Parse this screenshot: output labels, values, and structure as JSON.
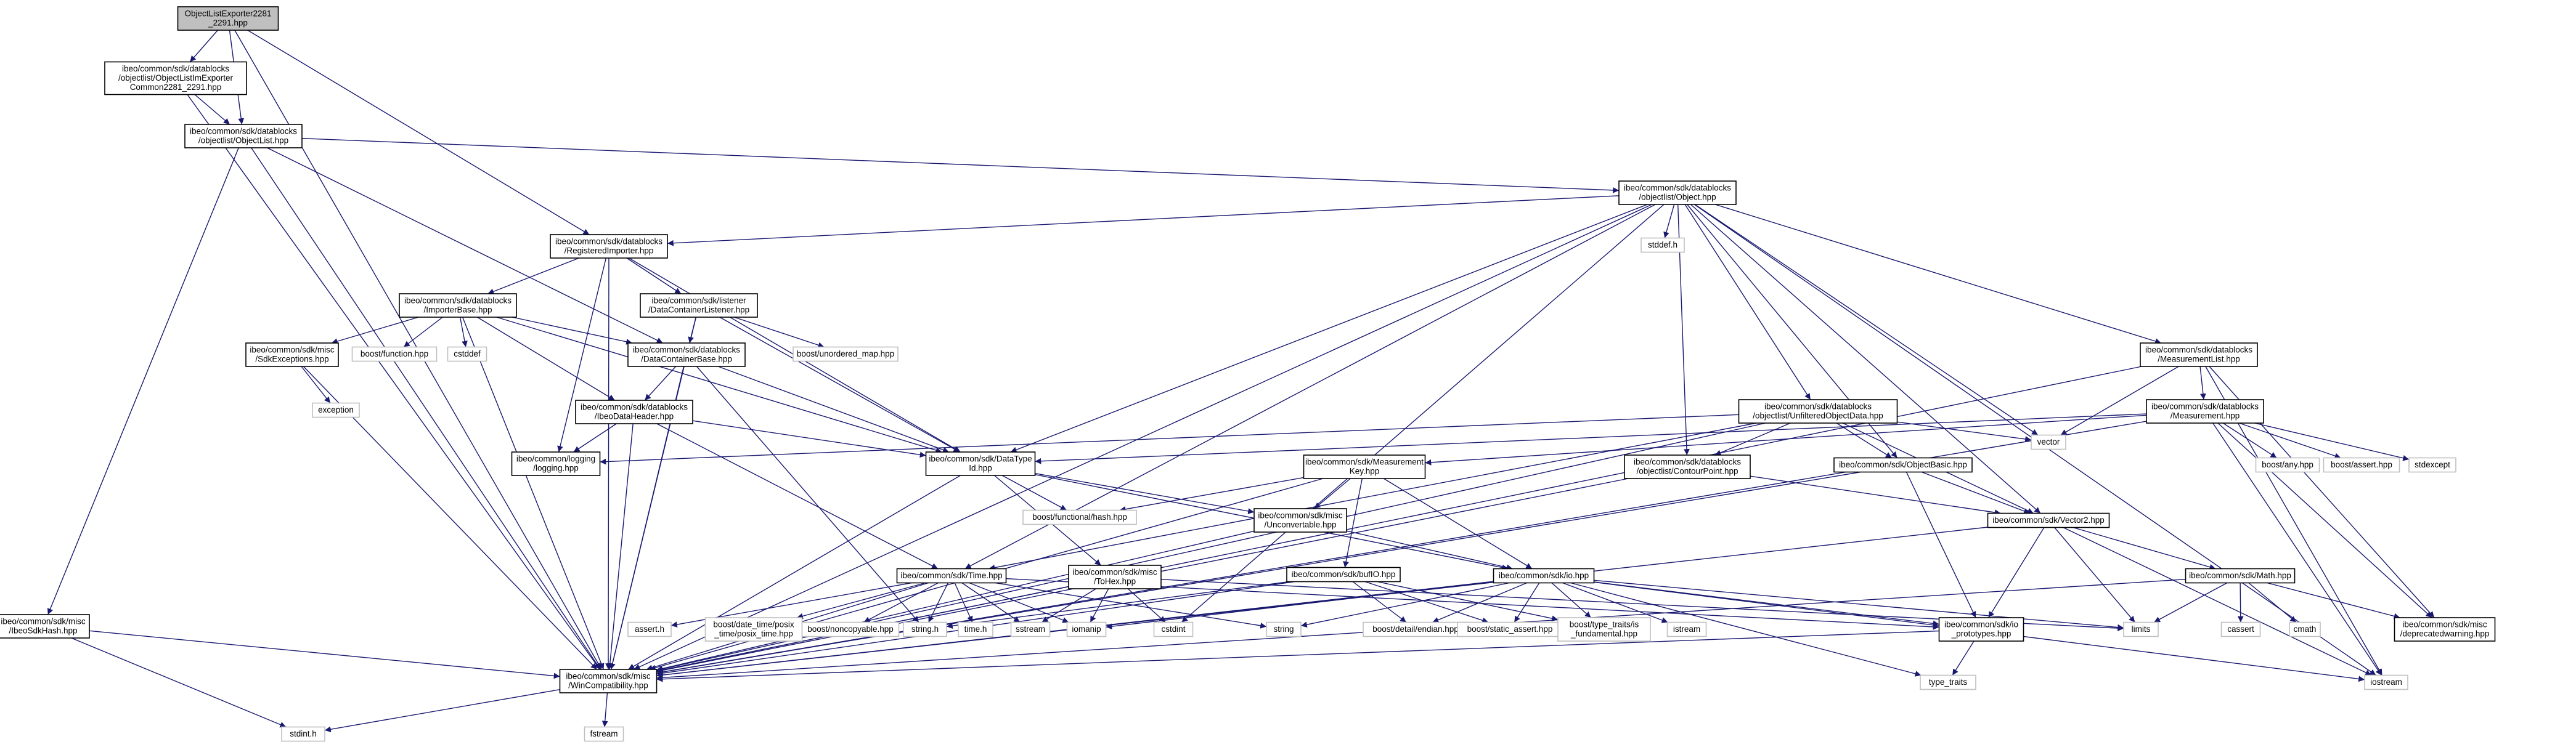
{
  "graph": {
    "colors": {
      "edge": "#191970",
      "root_fill": "#bfbfbf",
      "node_border": "#000000",
      "leaf_border": "#bfbfbf",
      "background": "#ffffff"
    },
    "nodes": [
      {
        "id": "root",
        "lines": [
          "ObjectListExporter2281",
          "_2291.hpp"
        ],
        "style": "root"
      },
      {
        "id": "olic",
        "lines": [
          "ibeo/common/sdk/datablocks",
          "/objectlist/ObjectListImExporter",
          "Common2281_2291.hpp"
        ],
        "style": "boxed"
      },
      {
        "id": "ol",
        "lines": [
          "ibeo/common/sdk/datablocks",
          "/objectlist/ObjectList.hpp"
        ],
        "style": "boxed"
      },
      {
        "id": "obj",
        "lines": [
          "ibeo/common/sdk/datablocks",
          "/objectlist/Object.hpp"
        ],
        "style": "boxed"
      },
      {
        "id": "regimp",
        "lines": [
          "ibeo/common/sdk/datablocks",
          "/RegisteredImporter.hpp"
        ],
        "style": "boxed"
      },
      {
        "id": "stddef",
        "lines": [
          "stddef.h"
        ],
        "style": "plain"
      },
      {
        "id": "impbase",
        "lines": [
          "ibeo/common/sdk/datablocks",
          "/ImporterBase.hpp"
        ],
        "style": "boxed"
      },
      {
        "id": "dcl",
        "lines": [
          "ibeo/common/sdk/listener",
          "/DataContainerListener.hpp"
        ],
        "style": "boxed"
      },
      {
        "id": "sdkexc",
        "lines": [
          "ibeo/common/sdk/misc",
          "/SdkExceptions.hpp"
        ],
        "style": "boxed"
      },
      {
        "id": "bfunc",
        "lines": [
          "boost/function.hpp"
        ],
        "style": "plain"
      },
      {
        "id": "cstddef",
        "lines": [
          "cstddef"
        ],
        "style": "plain"
      },
      {
        "id": "dcb",
        "lines": [
          "ibeo/common/sdk/datablocks",
          "/DataContainerBase.hpp"
        ],
        "style": "boxed"
      },
      {
        "id": "bumap",
        "lines": [
          "boost/unordered_map.hpp"
        ],
        "style": "plain"
      },
      {
        "id": "exception",
        "lines": [
          "exception"
        ],
        "style": "plain"
      },
      {
        "id": "ibeohdr",
        "lines": [
          "ibeo/common/sdk/datablocks",
          "/IbeoDataHeader.hpp"
        ],
        "style": "boxed"
      },
      {
        "id": "logging",
        "lines": [
          "ibeo/common/logging",
          "/logging.hpp"
        ],
        "style": "boxed"
      },
      {
        "id": "dtid",
        "lines": [
          "ibeo/common/sdk/DataType",
          "Id.hpp"
        ],
        "style": "boxed"
      },
      {
        "id": "unfil",
        "lines": [
          "ibeo/common/sdk/datablocks",
          "/objectlist/UnfilteredObjectData.hpp"
        ],
        "style": "boxed"
      },
      {
        "id": "contour",
        "lines": [
          "ibeo/common/sdk/datablocks",
          "/objectlist/ContourPoint.hpp"
        ],
        "style": "boxed"
      },
      {
        "id": "objbasic",
        "lines": [
          "ibeo/common/sdk/ObjectBasic.hpp"
        ],
        "style": "boxed"
      },
      {
        "id": "vector",
        "lines": [
          "vector"
        ],
        "style": "plain"
      },
      {
        "id": "measlist",
        "lines": [
          "ibeo/common/sdk/datablocks",
          "/MeasurementList.hpp"
        ],
        "style": "boxed"
      },
      {
        "id": "meas",
        "lines": [
          "ibeo/common/sdk/datablocks",
          "/Measurement.hpp"
        ],
        "style": "boxed"
      },
      {
        "id": "bany",
        "lines": [
          "boost/any.hpp"
        ],
        "style": "plain"
      },
      {
        "id": "bassert",
        "lines": [
          "boost/assert.hpp"
        ],
        "style": "plain"
      },
      {
        "id": "stdexcept",
        "lines": [
          "stdexcept"
        ],
        "style": "plain"
      },
      {
        "id": "measkey",
        "lines": [
          "ibeo/common/sdk/Measurement",
          "Key.hpp"
        ],
        "style": "boxed"
      },
      {
        "id": "bfhash",
        "lines": [
          "boost/functional/hash.hpp"
        ],
        "style": "plain"
      },
      {
        "id": "unconv",
        "lines": [
          "ibeo/common/sdk/misc",
          "/Unconvertable.hpp"
        ],
        "style": "boxed"
      },
      {
        "id": "vec2",
        "lines": [
          "ibeo/common/sdk/Vector2.hpp"
        ],
        "style": "boxed"
      },
      {
        "id": "timehpp",
        "lines": [
          "ibeo/common/sdk/Time.hpp"
        ],
        "style": "boxed"
      },
      {
        "id": "tohex",
        "lines": [
          "ibeo/common/sdk/misc",
          "/ToHex.hpp"
        ],
        "style": "boxed"
      },
      {
        "id": "bufio",
        "lines": [
          "ibeo/common/sdk/bufIO.hpp"
        ],
        "style": "boxed"
      },
      {
        "id": "io",
        "lines": [
          "ibeo/common/sdk/io.hpp"
        ],
        "style": "boxed"
      },
      {
        "id": "mathhpp",
        "lines": [
          "ibeo/common/sdk/Math.hpp"
        ],
        "style": "boxed"
      },
      {
        "id": "ibeohash",
        "lines": [
          "ibeo/common/sdk/misc",
          "/IbeoSdkHash.hpp"
        ],
        "style": "boxed"
      },
      {
        "id": "asserth",
        "lines": [
          "assert.h"
        ],
        "style": "plain"
      },
      {
        "id": "bdt",
        "lines": [
          "boost/date_time/posix",
          "_time/posix_time.hpp"
        ],
        "style": "plain"
      },
      {
        "id": "bnoncopy",
        "lines": [
          "boost/noncopyable.hpp"
        ],
        "style": "plain"
      },
      {
        "id": "stringh",
        "lines": [
          "string.h"
        ],
        "style": "plain"
      },
      {
        "id": "timeh",
        "lines": [
          "time.h"
        ],
        "style": "plain"
      },
      {
        "id": "sstream",
        "lines": [
          "sstream"
        ],
        "style": "plain"
      },
      {
        "id": "iomanip",
        "lines": [
          "iomanip"
        ],
        "style": "plain"
      },
      {
        "id": "cstdint",
        "lines": [
          "cstdint"
        ],
        "style": "plain"
      },
      {
        "id": "string",
        "lines": [
          "string"
        ],
        "style": "plain"
      },
      {
        "id": "bdendian",
        "lines": [
          "boost/detail/endian.hpp"
        ],
        "style": "plain"
      },
      {
        "id": "bsassert",
        "lines": [
          "boost/static_assert.hpp"
        ],
        "style": "plain"
      },
      {
        "id": "btt",
        "lines": [
          "boost/type_traits/is",
          "_fundamental.hpp"
        ],
        "style": "plain"
      },
      {
        "id": "istream",
        "lines": [
          "istream"
        ],
        "style": "plain"
      },
      {
        "id": "ioproto",
        "lines": [
          "ibeo/common/sdk/io",
          "_prototypes.hpp"
        ],
        "style": "boxed"
      },
      {
        "id": "limits",
        "lines": [
          "limits"
        ],
        "style": "plain"
      },
      {
        "id": "cassert",
        "lines": [
          "cassert"
        ],
        "style": "plain"
      },
      {
        "id": "cmath",
        "lines": [
          "cmath"
        ],
        "style": "plain"
      },
      {
        "id": "deprec",
        "lines": [
          "ibeo/common/sdk/misc",
          "/deprecatedwarning.hpp"
        ],
        "style": "boxed"
      },
      {
        "id": "winc",
        "lines": [
          "ibeo/common/sdk/misc",
          "/WinCompatibility.hpp"
        ],
        "style": "boxed"
      },
      {
        "id": "iostream",
        "lines": [
          "iostream"
        ],
        "style": "plain"
      },
      {
        "id": "typetraits",
        "lines": [
          "type_traits"
        ],
        "style": "plain"
      },
      {
        "id": "stdinth",
        "lines": [
          "stdint.h"
        ],
        "style": "plain"
      },
      {
        "id": "fstream",
        "lines": [
          "fstream"
        ],
        "style": "plain"
      }
    ],
    "edges": [
      [
        "root",
        "olic"
      ],
      [
        "root",
        "ol"
      ],
      [
        "root",
        "regimp"
      ],
      [
        "root",
        "winc"
      ],
      [
        "olic",
        "ol"
      ],
      [
        "olic",
        "winc"
      ],
      [
        "ol",
        "obj"
      ],
      [
        "ol",
        "ibeohash"
      ],
      [
        "ol",
        "dcb"
      ],
      [
        "ol",
        "winc"
      ],
      [
        "obj",
        "regimp"
      ],
      [
        "obj",
        "stddef"
      ],
      [
        "obj",
        "unfil"
      ],
      [
        "obj",
        "contour"
      ],
      [
        "obj",
        "objbasic"
      ],
      [
        "obj",
        "vector"
      ],
      [
        "obj",
        "measlist"
      ],
      [
        "obj",
        "vec2"
      ],
      [
        "obj",
        "timehpp"
      ],
      [
        "obj",
        "dtid"
      ],
      [
        "obj",
        "winc"
      ],
      [
        "obj",
        "iostream"
      ],
      [
        "obj",
        "cstdint"
      ],
      [
        "regimp",
        "impbase"
      ],
      [
        "regimp",
        "dcl"
      ],
      [
        "regimp",
        "dtid"
      ],
      [
        "regimp",
        "logging"
      ],
      [
        "regimp",
        "winc"
      ],
      [
        "impbase",
        "sdkexc"
      ],
      [
        "impbase",
        "bfunc"
      ],
      [
        "impbase",
        "cstddef"
      ],
      [
        "impbase",
        "dcb"
      ],
      [
        "impbase",
        "ibeohdr"
      ],
      [
        "impbase",
        "dtid"
      ],
      [
        "impbase",
        "winc"
      ],
      [
        "dcl",
        "dcb"
      ],
      [
        "dcl",
        "bumap"
      ],
      [
        "dcl",
        "dtid"
      ],
      [
        "dcl",
        "winc"
      ],
      [
        "sdkexc",
        "exception"
      ],
      [
        "sdkexc",
        "winc"
      ],
      [
        "dcb",
        "ibeohdr"
      ],
      [
        "dcb",
        "dtid"
      ],
      [
        "dcb",
        "winc"
      ],
      [
        "dcb",
        "stringh"
      ],
      [
        "ibeohdr",
        "logging"
      ],
      [
        "ibeohdr",
        "dtid"
      ],
      [
        "ibeohdr",
        "timehpp"
      ],
      [
        "ibeohdr",
        "winc"
      ],
      [
        "dtid",
        "bfhash"
      ],
      [
        "dtid",
        "unconv"
      ],
      [
        "dtid",
        "tohex"
      ],
      [
        "dtid",
        "io"
      ],
      [
        "dtid",
        "winc"
      ],
      [
        "unfil",
        "contour"
      ],
      [
        "unfil",
        "objbasic"
      ],
      [
        "unfil",
        "vector"
      ],
      [
        "unfil",
        "vec2"
      ],
      [
        "unfil",
        "logging"
      ],
      [
        "unfil",
        "timehpp"
      ],
      [
        "unfil",
        "winc"
      ],
      [
        "contour",
        "vec2"
      ],
      [
        "contour",
        "winc"
      ],
      [
        "objbasic",
        "vec2"
      ],
      [
        "objbasic",
        "ioproto"
      ],
      [
        "objbasic",
        "winc"
      ],
      [
        "measlist",
        "meas"
      ],
      [
        "measlist",
        "vector"
      ],
      [
        "measlist",
        "deprec"
      ],
      [
        "measlist",
        "iostream"
      ],
      [
        "measlist",
        "winc"
      ],
      [
        "meas",
        "measkey"
      ],
      [
        "meas",
        "bany"
      ],
      [
        "meas",
        "bassert"
      ],
      [
        "meas",
        "stdexcept"
      ],
      [
        "meas",
        "deprec"
      ],
      [
        "meas",
        "iostream"
      ],
      [
        "meas",
        "winc"
      ],
      [
        "meas",
        "dtid"
      ],
      [
        "measkey",
        "bfhash"
      ],
      [
        "measkey",
        "unconv"
      ],
      [
        "measkey",
        "bufio"
      ],
      [
        "measkey",
        "io"
      ],
      [
        "measkey",
        "winc"
      ],
      [
        "unconv",
        "io"
      ],
      [
        "unconv",
        "winc"
      ],
      [
        "vec2",
        "mathhpp"
      ],
      [
        "vec2",
        "ioproto"
      ],
      [
        "vec2",
        "limits"
      ],
      [
        "vec2",
        "iostream"
      ],
      [
        "vec2",
        "winc"
      ],
      [
        "mathhpp",
        "cassert"
      ],
      [
        "mathhpp",
        "cmath"
      ],
      [
        "mathhpp",
        "limits"
      ],
      [
        "mathhpp",
        "deprec"
      ],
      [
        "mathhpp",
        "winc"
      ],
      [
        "timehpp",
        "asserth"
      ],
      [
        "timehpp",
        "bdt"
      ],
      [
        "timehpp",
        "bnoncopy"
      ],
      [
        "timehpp",
        "stringh"
      ],
      [
        "timehpp",
        "timeh"
      ],
      [
        "timehpp",
        "sstream"
      ],
      [
        "timehpp",
        "iomanip"
      ],
      [
        "timehpp",
        "string"
      ],
      [
        "timehpp",
        "winc"
      ],
      [
        "timehpp",
        "ioproto"
      ],
      [
        "tohex",
        "sstream"
      ],
      [
        "tohex",
        "iomanip"
      ],
      [
        "tohex",
        "cstdint"
      ],
      [
        "tohex",
        "limits"
      ],
      [
        "tohex",
        "winc"
      ],
      [
        "bufio",
        "bdendian"
      ],
      [
        "bufio",
        "bsassert"
      ],
      [
        "bufio",
        "btt"
      ],
      [
        "bufio",
        "stringh"
      ],
      [
        "bufio",
        "winc"
      ],
      [
        "io",
        "ioproto"
      ],
      [
        "io",
        "istream"
      ],
      [
        "io",
        "btt"
      ],
      [
        "io",
        "bsassert"
      ],
      [
        "io",
        "bdendian"
      ],
      [
        "io",
        "string"
      ],
      [
        "io",
        "iomanip"
      ],
      [
        "io",
        "limits"
      ],
      [
        "io",
        "iostream"
      ],
      [
        "io",
        "typetraits"
      ],
      [
        "io",
        "winc"
      ],
      [
        "ioproto",
        "typetraits"
      ],
      [
        "ioproto",
        "winc"
      ],
      [
        "ibeohash",
        "stdinth"
      ],
      [
        "ibeohash",
        "winc"
      ],
      [
        "winc",
        "stdinth"
      ],
      [
        "winc",
        "fstream"
      ]
    ]
  }
}
